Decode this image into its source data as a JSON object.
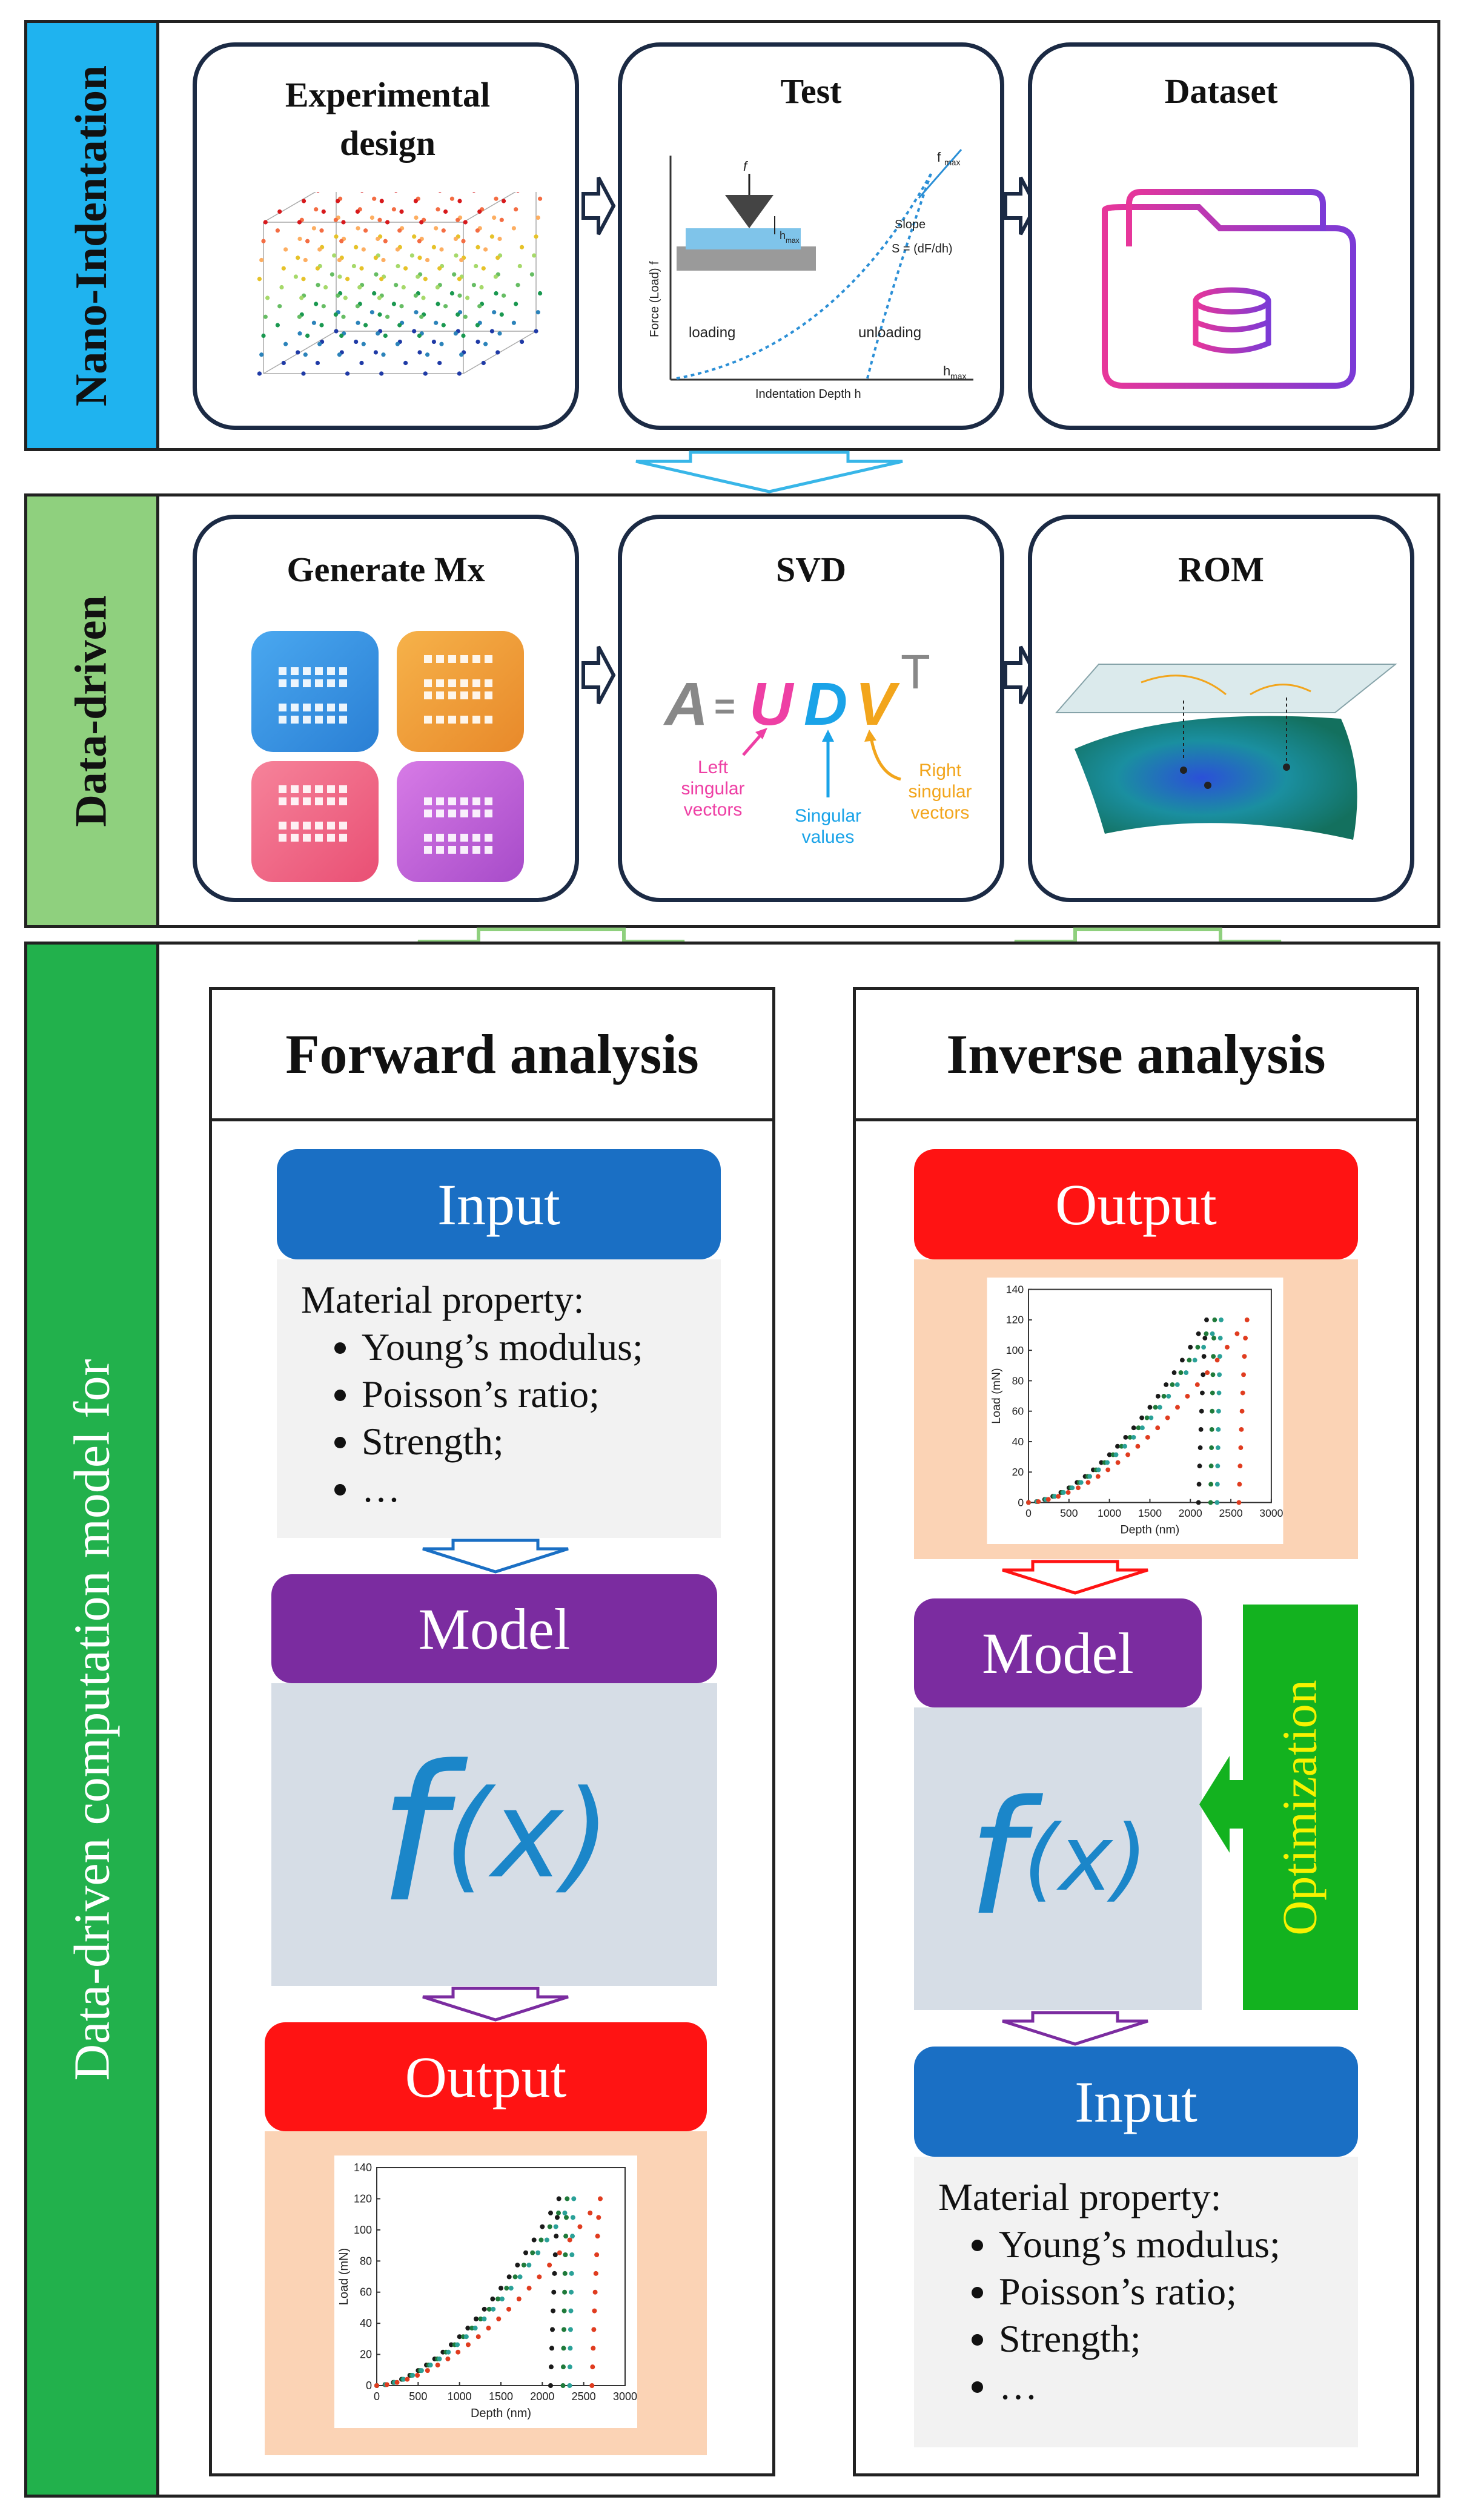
{
  "sections": {
    "nano": {
      "label": "Nano-Indentation",
      "color": "#1fb3ef"
    },
    "data": {
      "label": "Data-driven",
      "color": "#8fd07e"
    },
    "model": {
      "label": "Data-driven computation model for",
      "color": "#22b14c"
    }
  },
  "cards": {
    "experimental_design": "Experimental design",
    "test": "Test",
    "dataset": "Dataset",
    "generate_mx": "Generate Mx",
    "svd": "SVD",
    "rom": "ROM"
  },
  "test_plot": {
    "ylabel": "Force (Load) f",
    "xlabel": "Indentation Depth  h",
    "loading": "loading",
    "unloading": "unloading",
    "slope": "Slope",
    "fmax": "f",
    "fmax_sub": "max",
    "hmax": "h",
    "hmax_sub": "max",
    "hmax_small": "h",
    "hmax_small_sub": "max",
    "f_label": "f"
  },
  "svd": {
    "A": "A",
    "eq": "=",
    "U": "U",
    "D": "D",
    "V": "V",
    "T": "T",
    "left": [
      "Left",
      "singular",
      "vectors"
    ],
    "singular": [
      "Singular",
      "values"
    ],
    "right": [
      "Right",
      "singular",
      "vectors"
    ]
  },
  "forward": {
    "title": "Forward analysis",
    "input_label": "Input",
    "material_label": "Material property:",
    "properties": [
      "Young’s modulus;",
      "Poisson’s ratio;",
      "Strength;",
      "…"
    ],
    "model_label": "Model",
    "formula_f": "f",
    "formula_x": "(x)",
    "output_label": "Output"
  },
  "inverse": {
    "title": "Inverse analysis",
    "output_label": "Output",
    "model_label": "Model",
    "formula_f": "f",
    "formula_x": "(x)",
    "optimization_label": "Optimization",
    "input_label": "Input",
    "material_label": "Material property:",
    "properties": [
      "Young’s modulus;",
      "Poisson’s ratio;",
      "Strength;",
      "…"
    ]
  },
  "colors": {
    "input_blue": "#1a6fc4",
    "model_purple": "#7b2ca0",
    "output_red": "#ff1313",
    "list_bg": "#f2f2f2",
    "model_bg": "#d6dde6",
    "output_bg": "#fbd3b5",
    "optimization_green": "#13b21f",
    "formula_blue": "#1b86c9"
  },
  "chart_data": {
    "type": "scatter",
    "xlabel": "Depth (nm)",
    "ylabel": "Load (mN)",
    "xlim": [
      0,
      3000
    ],
    "ylim": [
      0,
      140
    ],
    "xticks": [
      0,
      500,
      1000,
      1500,
      2000,
      2500,
      3000
    ],
    "yticks": [
      0,
      20,
      40,
      60,
      80,
      100,
      120,
      140
    ],
    "series": [
      {
        "color": "#1a1a1a",
        "loading_end": [
          2200,
          120
        ],
        "unloading_end": 2100
      },
      {
        "color": "#1f7a3a",
        "loading_end": [
          2300,
          120
        ],
        "unloading_end": 2250
      },
      {
        "color": "#2aa198",
        "loading_end": [
          2380,
          120
        ],
        "unloading_end": 2330
      },
      {
        "color": "#e03c1f",
        "loading_end": [
          2700,
          120
        ],
        "unloading_end": 2600
      }
    ]
  }
}
